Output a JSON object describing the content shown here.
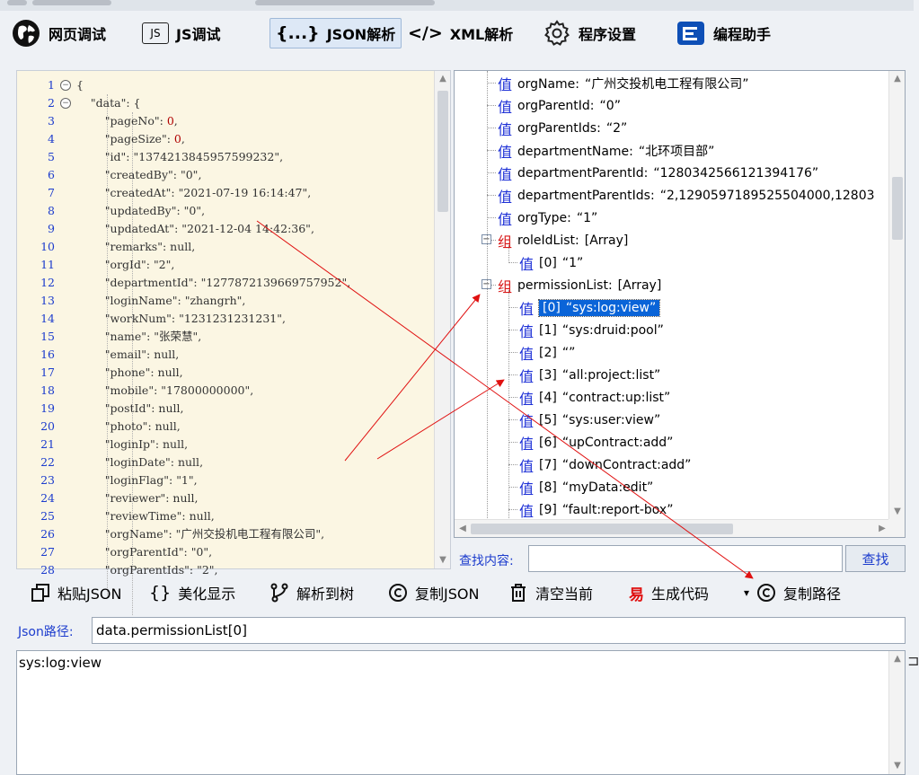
{
  "toolbar": {
    "tools": [
      {
        "label": "网页调试",
        "icon": "globe-icon"
      },
      {
        "label": "JS调试",
        "icon": "js-icon",
        "icon_text": "JS"
      },
      {
        "label": "JSON解析",
        "icon": "json-braces-icon",
        "icon_text": "{...}",
        "active": true
      },
      {
        "label": "XML解析",
        "icon": "xml-code-icon",
        "icon_text": "</>"
      },
      {
        "label": "程序设置",
        "icon": "gear-icon"
      },
      {
        "label": "编程助手",
        "icon": "assistant-icon"
      }
    ]
  },
  "editor": {
    "lines": [
      {
        "n": "1",
        "text": "{",
        "fold": "⊖"
      },
      {
        "n": "2",
        "text": "    \"data\": {",
        "fold": "⊖"
      },
      {
        "n": "3",
        "key": "\"pageNo\"",
        "value": "0",
        "num": true
      },
      {
        "n": "4",
        "key": "\"pageSize\"",
        "value": "0",
        "num": true
      },
      {
        "n": "5",
        "key": "\"id\"",
        "value": "\"1374213845957599232\""
      },
      {
        "n": "6",
        "key": "\"createdBy\"",
        "value": "\"0\""
      },
      {
        "n": "7",
        "key": "\"createdAt\"",
        "value": "\"2021-07-19 16:14:47\""
      },
      {
        "n": "8",
        "key": "\"updatedBy\"",
        "value": "\"0\""
      },
      {
        "n": "9",
        "key": "\"updatedAt\"",
        "value": "\"2021-12-04 14:42:36\""
      },
      {
        "n": "10",
        "key": "\"remarks\"",
        "value": "null"
      },
      {
        "n": "11",
        "key": "\"orgId\"",
        "value": "\"2\""
      },
      {
        "n": "12",
        "key": "\"departmentId\"",
        "value": "\"1277872139669757952\""
      },
      {
        "n": "13",
        "key": "\"loginName\"",
        "value": "\"zhangrh\""
      },
      {
        "n": "14",
        "key": "\"workNum\"",
        "value": "\"1231231231231\""
      },
      {
        "n": "15",
        "key": "\"name\"",
        "value": "\"张荣慧\""
      },
      {
        "n": "16",
        "key": "\"email\"",
        "value": "null"
      },
      {
        "n": "17",
        "key": "\"phone\"",
        "value": "null"
      },
      {
        "n": "18",
        "key": "\"mobile\"",
        "value": "\"17800000000\""
      },
      {
        "n": "19",
        "key": "\"postId\"",
        "value": "null"
      },
      {
        "n": "20",
        "key": "\"photo\"",
        "value": "null"
      },
      {
        "n": "21",
        "key": "\"loginIp\"",
        "value": "null"
      },
      {
        "n": "22",
        "key": "\"loginDate\"",
        "value": "null"
      },
      {
        "n": "23",
        "key": "\"loginFlag\"",
        "value": "\"1\""
      },
      {
        "n": "24",
        "key": "\"reviewer\"",
        "value": "null"
      },
      {
        "n": "25",
        "key": "\"reviewTime\"",
        "value": "null"
      },
      {
        "n": "26",
        "key": "\"orgName\"",
        "value": "\"广州交投机电工程有限公司\""
      },
      {
        "n": "27",
        "key": "\"orgParentId\"",
        "value": "\"0\""
      },
      {
        "n": "28",
        "key": "\"orgParentIds\"",
        "value": "\"2\""
      }
    ]
  },
  "tree": {
    "nodes": [
      {
        "kind": "值",
        "key": "orgName:",
        "value": "“广州交投机电工程有限公司”",
        "depth": 1
      },
      {
        "kind": "值",
        "key": "orgParentId:",
        "value": "“0”",
        "depth": 1
      },
      {
        "kind": "值",
        "key": "orgParentIds:",
        "value": "“2”",
        "depth": 1
      },
      {
        "kind": "值",
        "key": "departmentName:",
        "value": "“北环项目部”",
        "depth": 1
      },
      {
        "kind": "值",
        "key": "departmentParentId:",
        "value": "“1280342566121394176”",
        "depth": 1
      },
      {
        "kind": "值",
        "key": "departmentParentIds:",
        "value": "“2,1290597189525504000,12803",
        "depth": 1
      },
      {
        "kind": "值",
        "key": "orgType:",
        "value": "“1”",
        "depth": 1
      },
      {
        "kind": "组",
        "key": "roleIdList:",
        "value": "[Array]",
        "depth": 1,
        "expander": "−"
      },
      {
        "kind": "值",
        "key": "[0]",
        "value": "“1”",
        "depth": 2
      },
      {
        "kind": "组",
        "key": "permissionList:",
        "value": "[Array]",
        "depth": 1,
        "expander": "−"
      },
      {
        "kind": "值",
        "key": "[0]",
        "value": "“sys:log:view”",
        "depth": 2,
        "selected": true
      },
      {
        "kind": "值",
        "key": "[1]",
        "value": "“sys:druid:pool”",
        "depth": 2
      },
      {
        "kind": "值",
        "key": "[2]",
        "value": "“”",
        "depth": 2
      },
      {
        "kind": "值",
        "key": "[3]",
        "value": "“all:project:list”",
        "depth": 2
      },
      {
        "kind": "值",
        "key": "[4]",
        "value": "“contract:up:list”",
        "depth": 2
      },
      {
        "kind": "值",
        "key": "[5]",
        "value": "“sys:user:view”",
        "depth": 2
      },
      {
        "kind": "值",
        "key": "[6]",
        "value": "“upContract:add”",
        "depth": 2
      },
      {
        "kind": "值",
        "key": "[7]",
        "value": "“downContract:add”",
        "depth": 2
      },
      {
        "kind": "值",
        "key": "[8]",
        "value": "“myData:edit”",
        "depth": 2
      },
      {
        "kind": "值",
        "key": "[9]",
        "value": "“fault:report-box”",
        "depth": 2
      }
    ]
  },
  "find": {
    "label": "查找内容:",
    "value": "",
    "button": "查找"
  },
  "actions": [
    {
      "label": "粘贴JSON",
      "icon": "paste-icon"
    },
    {
      "label": "美化显示",
      "icon": "braces-icon",
      "icon_text": "{}"
    },
    {
      "label": "解析到树",
      "icon": "branch-icon"
    },
    {
      "label": "复制JSON",
      "icon": "copyright-icon"
    },
    {
      "label": "清空当前",
      "icon": "trash-icon"
    },
    {
      "label": "生成代码",
      "icon": "generate-icon",
      "icon_text": "易"
    },
    {
      "label": "复制路径",
      "icon": "copyright-icon",
      "dropdown": "▾"
    }
  ],
  "path": {
    "label": "Json路径:",
    "value": "data.permissionList[0]"
  },
  "result": {
    "text": "sys:log:view"
  },
  "colors": {
    "link_blue": "#1c3ccd",
    "selection": "#0a64d8",
    "group_red": "#d81818",
    "editor_bg": "#fbf6e3"
  }
}
